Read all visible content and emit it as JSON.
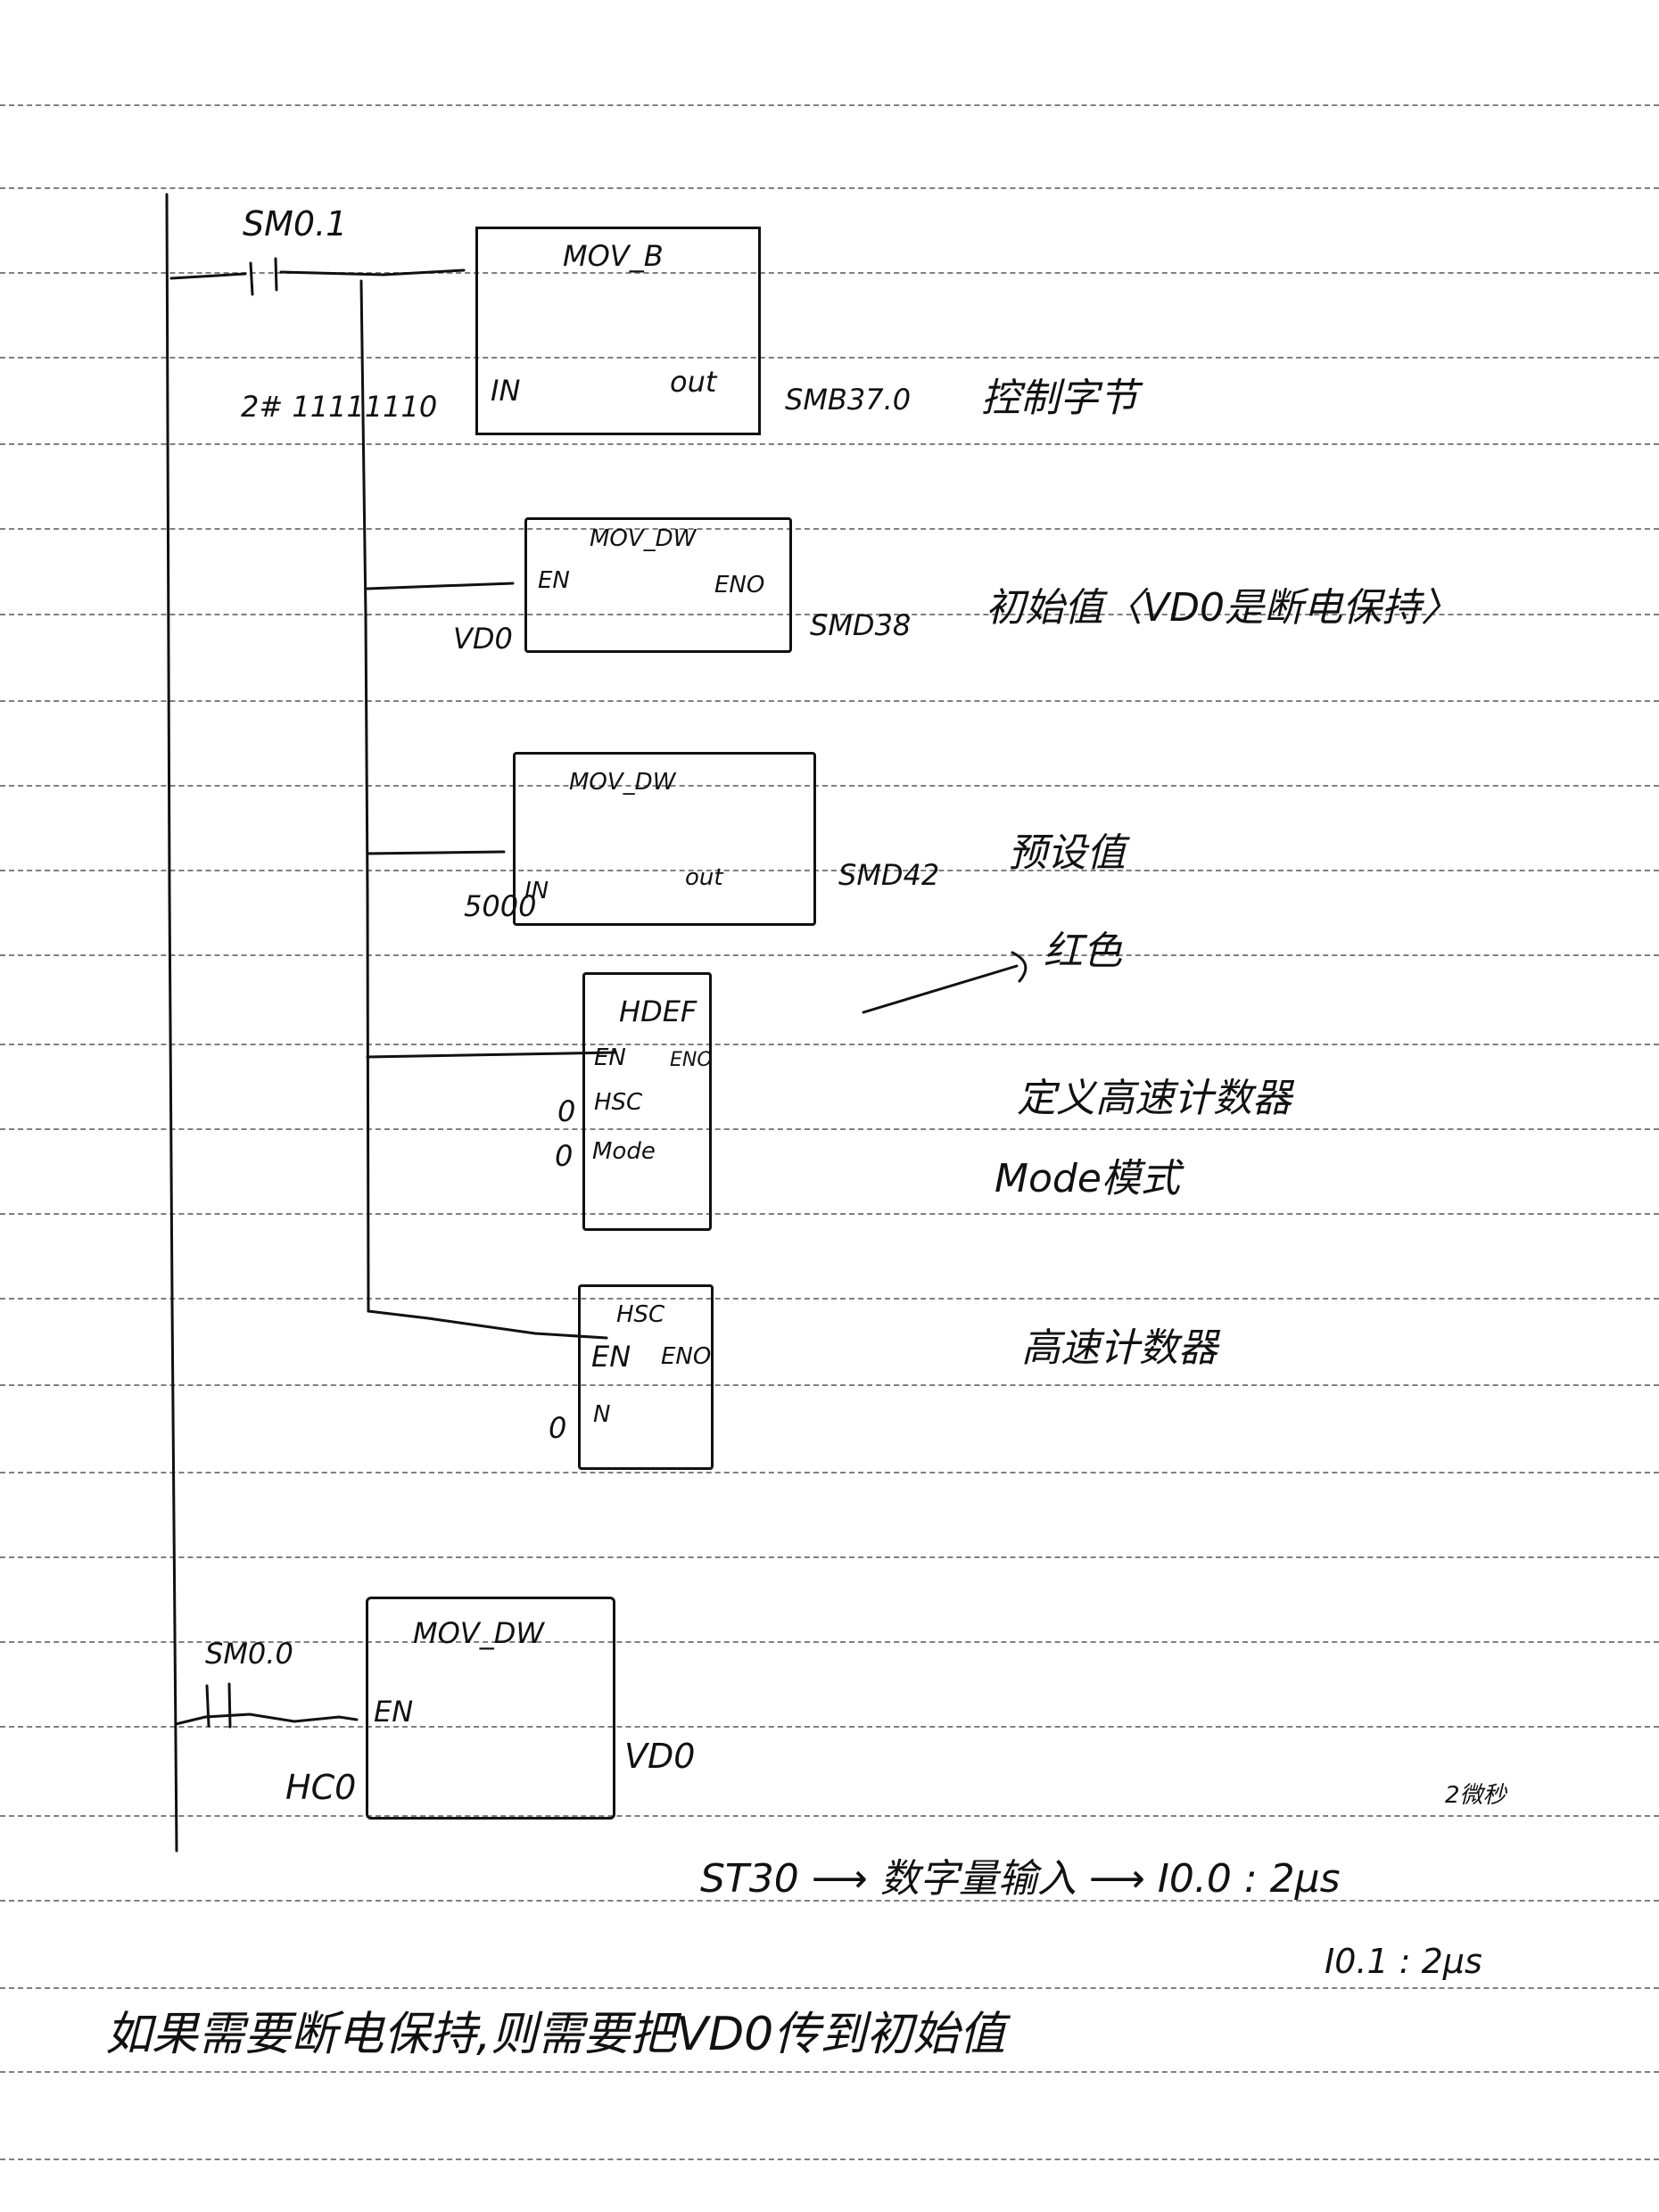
{
  "ruled_lines_y": [
    117,
    210,
    305,
    400,
    497,
    592,
    688,
    785,
    880,
    975,
    1070,
    1170,
    1265,
    1360,
    1455,
    1552,
    1650,
    1745,
    1840,
    1935,
    2035,
    2130,
    2228,
    2322,
    2420
  ],
  "rung1": {
    "contact_label": "SM0.1",
    "mov_b": {
      "title": "MOV_B",
      "in_pin": "IN",
      "out_pin": "out",
      "in_value": "2# 11111110",
      "out_target": "SMB37.0",
      "note": "控制字节"
    },
    "mov_dw_init": {
      "title": "MOV_DW",
      "en_pin": "EN",
      "eno_pin": "ENO",
      "in_value": "VD0",
      "out_target": "SMD38",
      "note": "初始值〈VD0是断电保持〉"
    },
    "mov_dw_preset": {
      "title": "MOV_DW",
      "in_pin": "IN",
      "out_pin": "out",
      "in_value": "5000",
      "out_target": "SMD42",
      "note": "预设值"
    },
    "hdef": {
      "title": "HDEF",
      "en_pin": "EN",
      "eno_pin": "ENO",
      "hsc_pin": "HSC",
      "mode_pin": "Mode",
      "hsc_value": "0",
      "mode_value": "0",
      "arrow_note": "红色",
      "note_line1": "定义高速计数器",
      "note_line2": "Mode模式"
    },
    "hsc": {
      "title": "HSC",
      "en_pin": "EN",
      "eno_pin": "ENO",
      "n_pin": "N",
      "n_value": "0",
      "note": "高速计数器"
    }
  },
  "rung2": {
    "contact_label": "SM0.0",
    "mov_dw": {
      "title": "MOV_DW",
      "en_pin": "EN",
      "in_value": "HC0",
      "out_target": "VD0"
    }
  },
  "notes": {
    "st30_line": "ST30 ⟶ 数字量输入 ⟶ I0.0 : 2μs",
    "i01_line": "I0.1 : 2μs",
    "small_note": "2微秒",
    "bottom_sentence": "如果需要断电保持,则需要把VD0传到初始值"
  }
}
